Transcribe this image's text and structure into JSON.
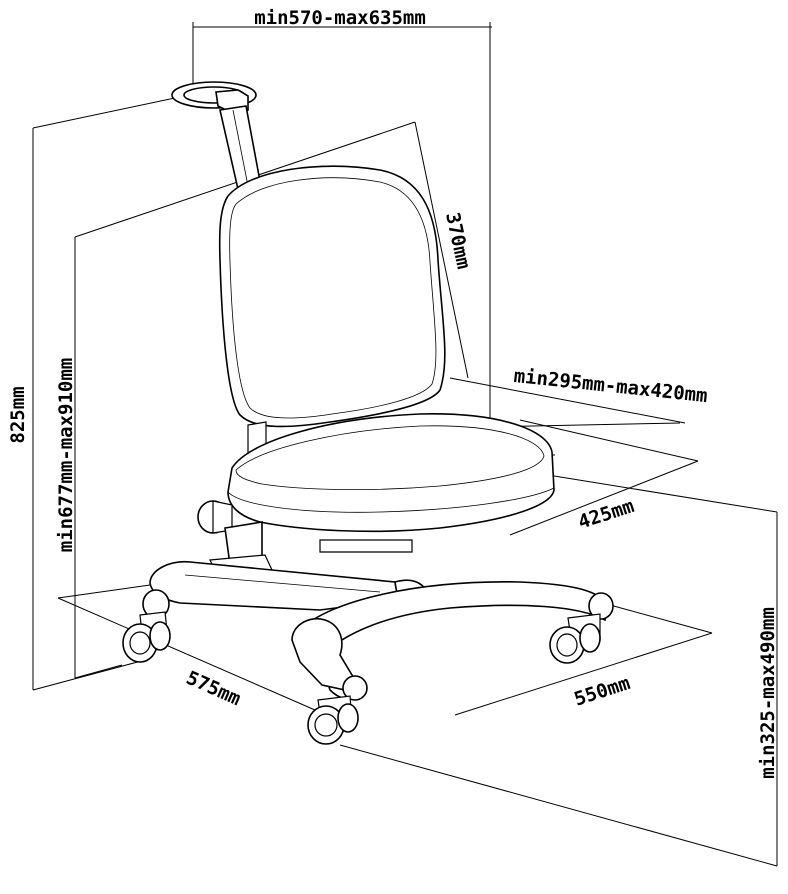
{
  "diagram": {
    "dimensions": {
      "width_range": "min570-max635mm",
      "backrest_height": "370mm",
      "overall_height": "825mm",
      "seat_height_range": "min677mm-max910mm",
      "seat_depth_range": "min295mm-max420mm",
      "seat_width": "425mm",
      "base_depth": "575mm",
      "base_width": "550mm",
      "seat_floor_range": "min325-max490mm"
    }
  }
}
